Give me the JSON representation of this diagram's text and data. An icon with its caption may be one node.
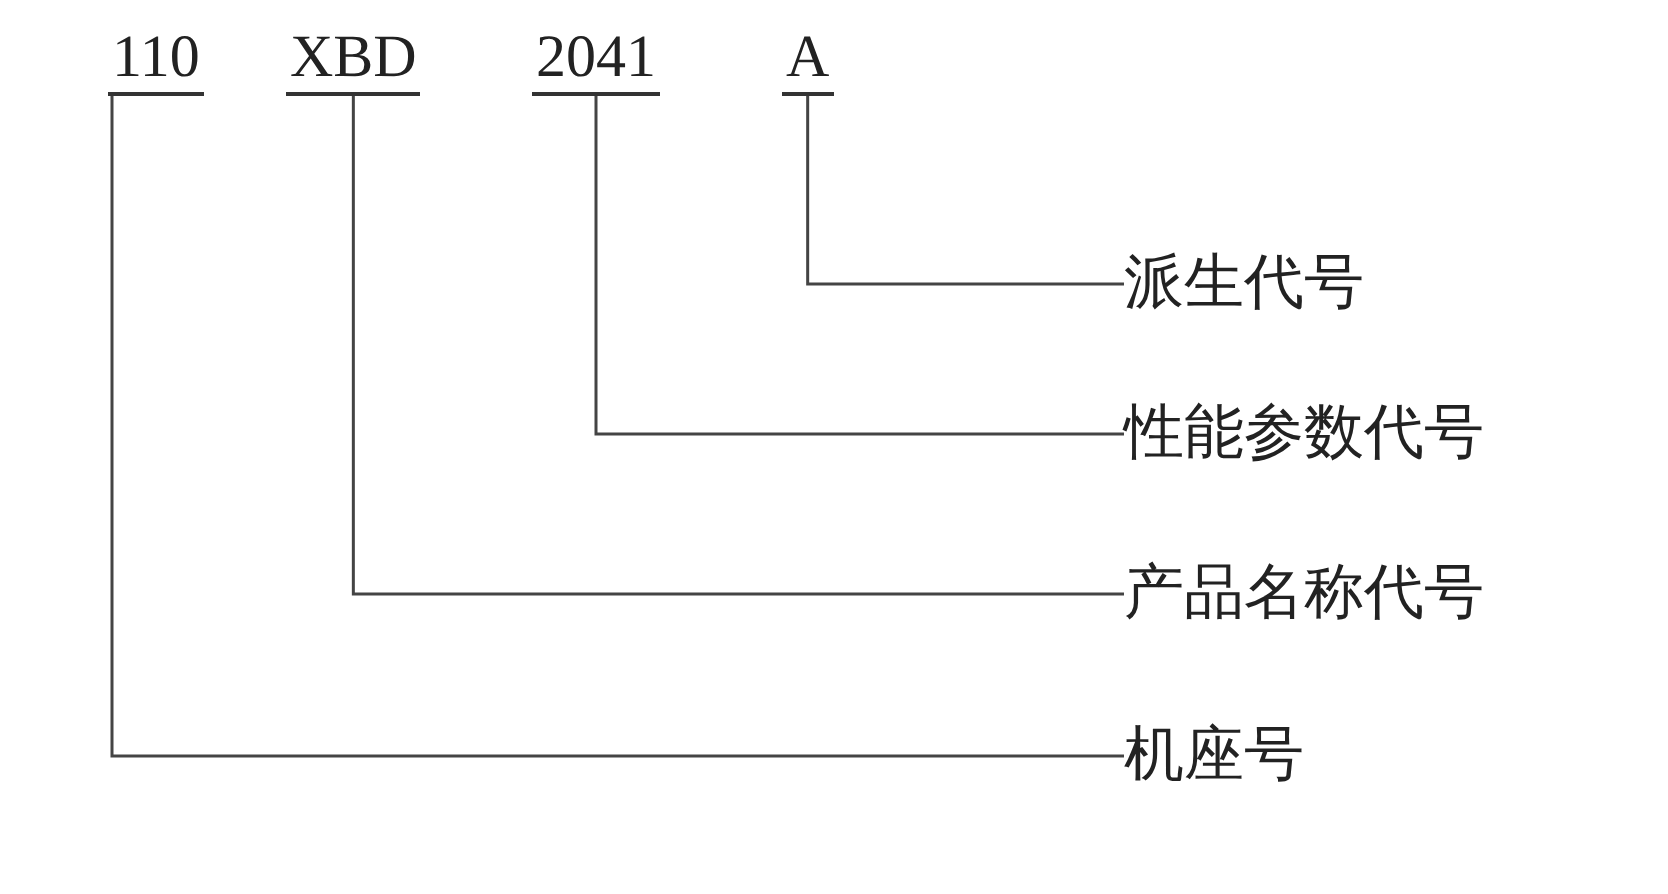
{
  "diagram": {
    "nodes": [
      {
        "text": [
          "110"
        ]
      },
      {
        "text": [
          "XBD"
        ]
      },
      {
        "text": [
          "2041"
        ]
      },
      {
        "text": [
          "A"
        ]
      },
      {
        "text": [
          "派生代号"
        ]
      },
      {
        "text": [
          "性能参数代号"
        ]
      },
      {
        "text": [
          "产品名称代号"
        ]
      },
      {
        "text": [
          "机座号"
        ]
      }
    ],
    "edges": [
      {
        "from": 3,
        "to": 4,
        "arrow": "none"
      },
      {
        "from": 2,
        "to": 5,
        "arrow": "none"
      },
      {
        "from": 1,
        "to": 6,
        "arrow": "none"
      },
      {
        "from": 0,
        "to": 7,
        "arrow": "none"
      }
    ]
  }
}
